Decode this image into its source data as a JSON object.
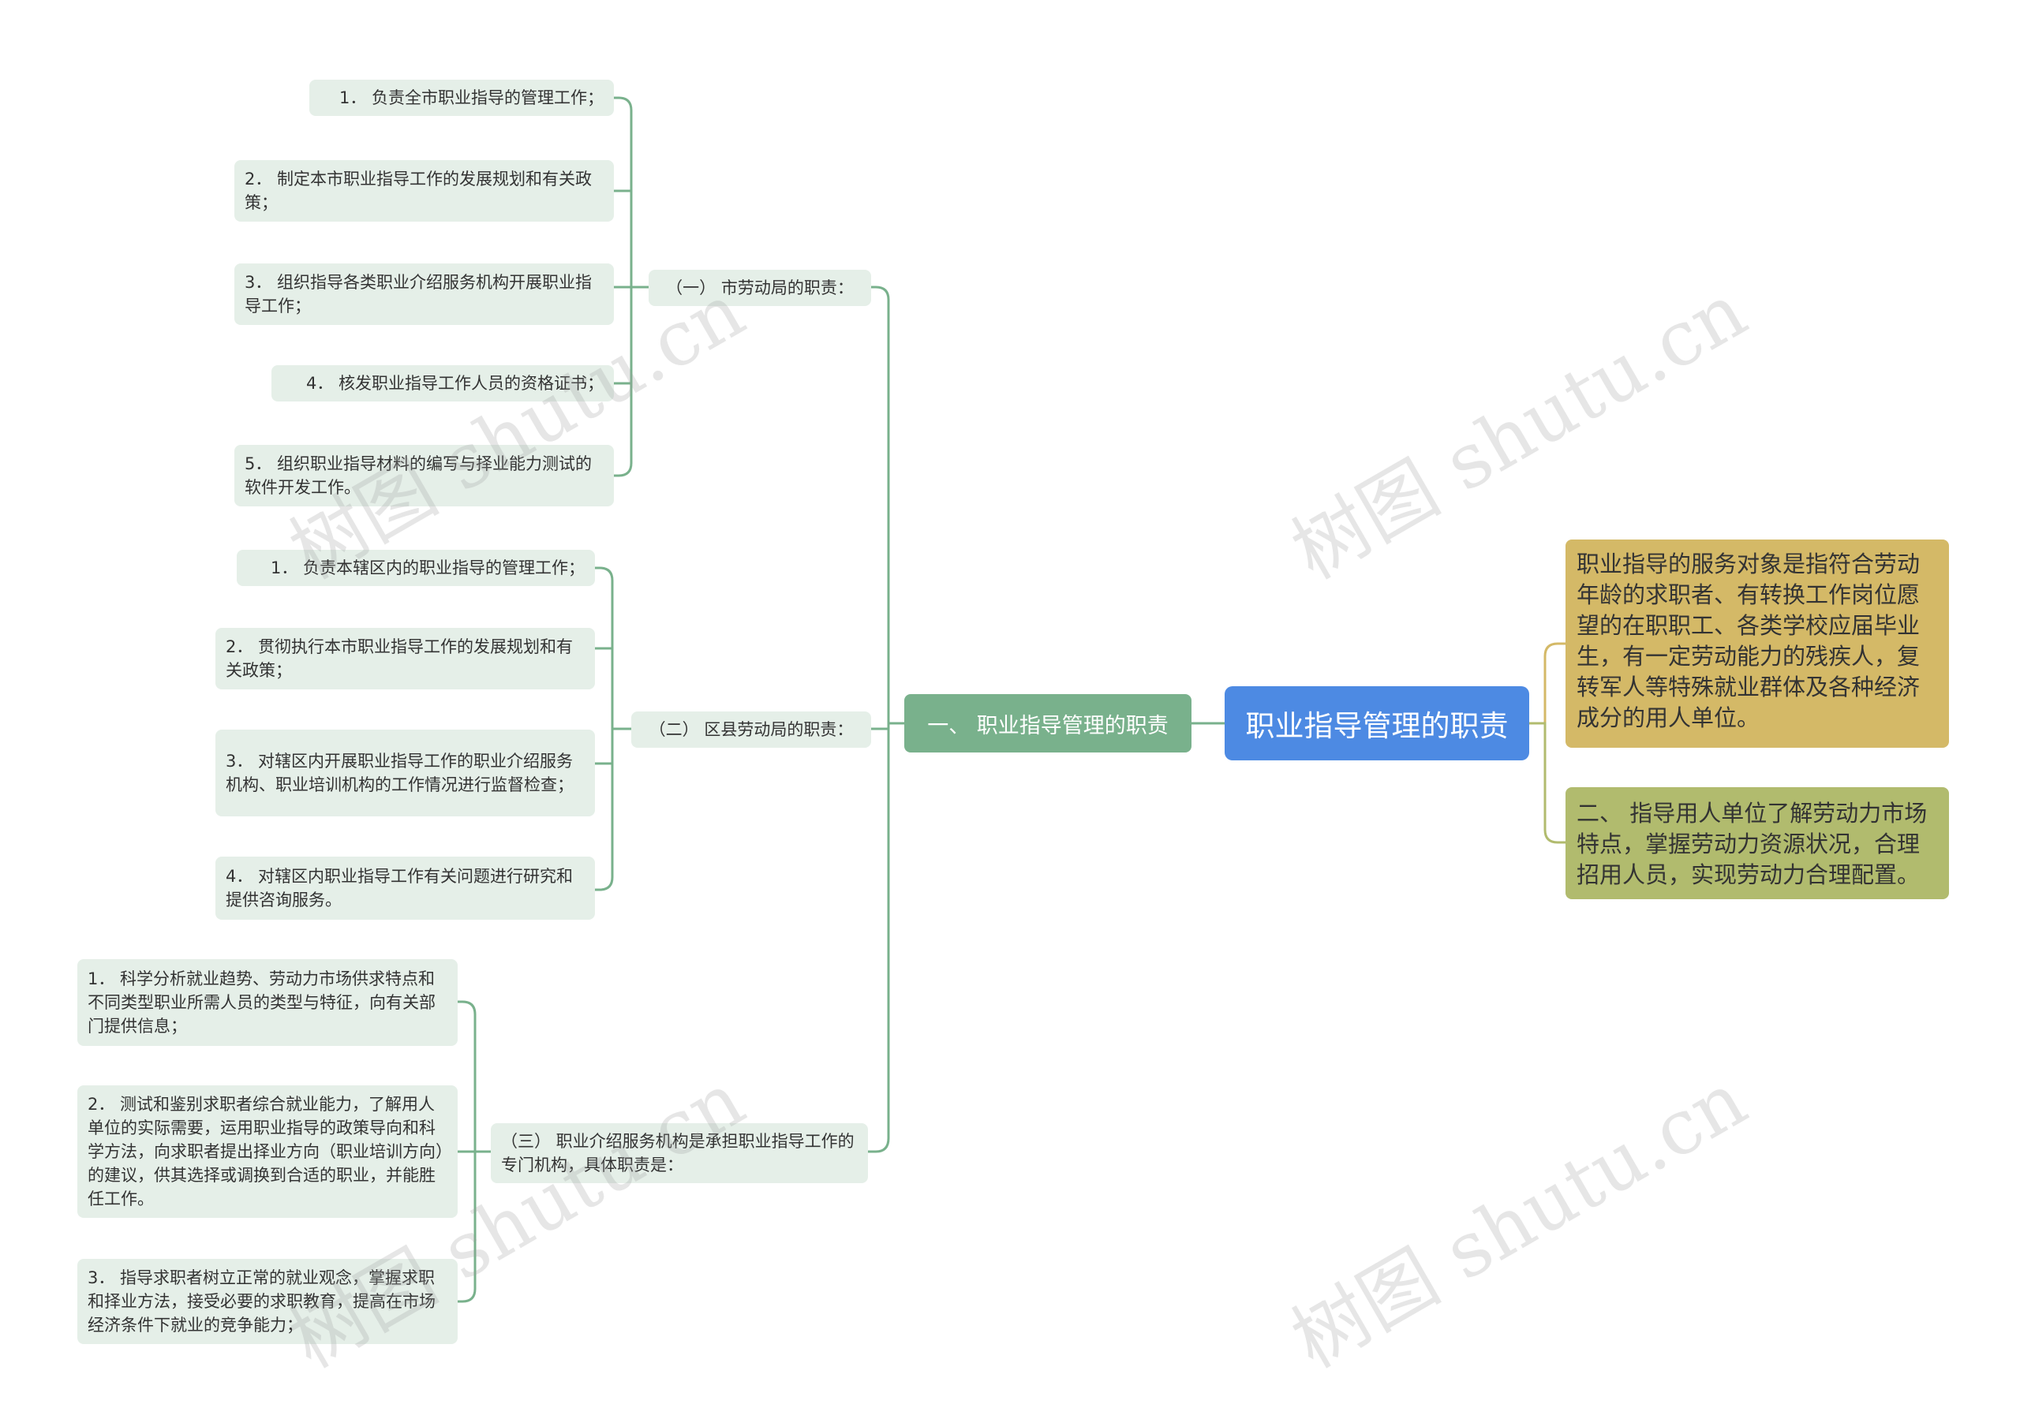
{
  "root": {
    "label": "职业指导管理的职责"
  },
  "main_branch": {
    "label": "一、 职业指导管理的职责"
  },
  "groups": [
    {
      "label": "（一） 市劳动局的职责：",
      "items": [
        "1． 负责全市职业指导的管理工作；",
        "2． 制定本市职业指导工作的发展规划和有关政策；",
        "3． 组织指导各类职业介绍服务机构开展职业指导工作；",
        "4． 核发职业指导工作人员的资格证书；",
        "5． 组织职业指导材料的编写与择业能力测试的软件开发工作。"
      ]
    },
    {
      "label": "（二） 区县劳动局的职责：",
      "items": [
        "1． 负责本辖区内的职业指导的管理工作；",
        "2． 贯彻执行本市职业指导工作的发展规划和有关政策；",
        "3． 对辖区内开展职业指导工作的职业介绍服务机构、职业培训机构的工作情况进行监督检查；",
        "4． 对辖区内职业指导工作有关问题进行研究和提供咨询服务。"
      ]
    },
    {
      "label": "（三） 职业介绍服务机构是承担职业指导工作的专门机构，具体职责是：",
      "items": [
        "1． 科学分析就业趋势、劳动力市场供求特点和不同类型职业所需人员的类型与特征，向有关部门提供信息；",
        "2． 测试和鉴别求职者综合就业能力，了解用人单位的实际需要，运用职业指导的政策导向和科学方法，向求职者提出择业方向（职业培训方向）的建议，供其选择或调换到合适的职业，并能胜任工作。",
        "3． 指导求职者树立正常的就业观念，掌握求职和择业方法，接受必要的求职教育，提高在市场经济条件下就业的竞争能力；"
      ]
    }
  ],
  "right_notes": [
    "职业指导的服务对象是指符合劳动年龄的求职者、有转换工作岗位愿望的在职职工、各类学校应届毕业生，有一定劳动能力的残疾人，复转军人等特殊就业群体及各种经济成分的用人单位。",
    "二、 指导用人单位了解劳动力市场特点，掌握劳动力资源状况，合理招用人员，实现劳动力合理配置。"
  ],
  "watermark_text": "树图 shutu.cn",
  "colors": {
    "root": "#4d8ae3",
    "level1": "#79b18c",
    "leaf_bg": "#e5efe8",
    "link_green": "#79b18c",
    "note_gold": "#d4b967",
    "note_olive": "#b1bb6e",
    "link_gold": "#d4b967",
    "link_olive": "#b1bb6e"
  }
}
